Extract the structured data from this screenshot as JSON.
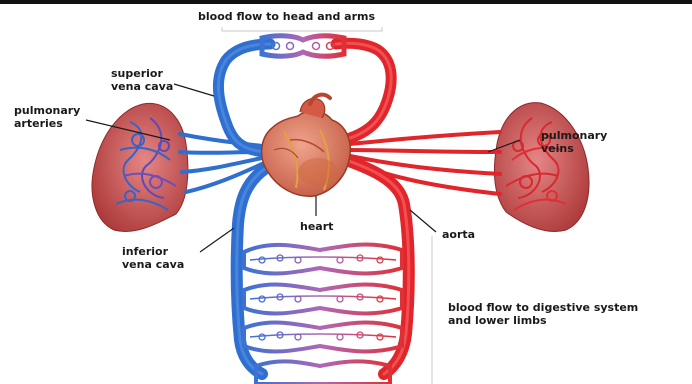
{
  "labels": {
    "head_arms": "blood flow to head and arms",
    "superior_vena_cava_1": "superior",
    "superior_vena_cava_2": "vena cava",
    "pulmonary_arteries_1": "pulmonary",
    "pulmonary_arteries_2": "arteries",
    "pulmonary_veins_1": "pulmonary",
    "pulmonary_veins_2": "veins",
    "heart": "heart",
    "aorta": "aorta",
    "inferior_vena_cava_1": "inferior",
    "inferior_vena_cava_2": "vena cava",
    "digestive_1": "blood flow to digestive system",
    "digestive_2": "and lower limbs"
  },
  "colors": {
    "oxygenated": "#e0262b",
    "deoxygenated": "#2f6fd0",
    "lung": "#c64848",
    "heart": "#d9745e",
    "frame": "#111111"
  }
}
